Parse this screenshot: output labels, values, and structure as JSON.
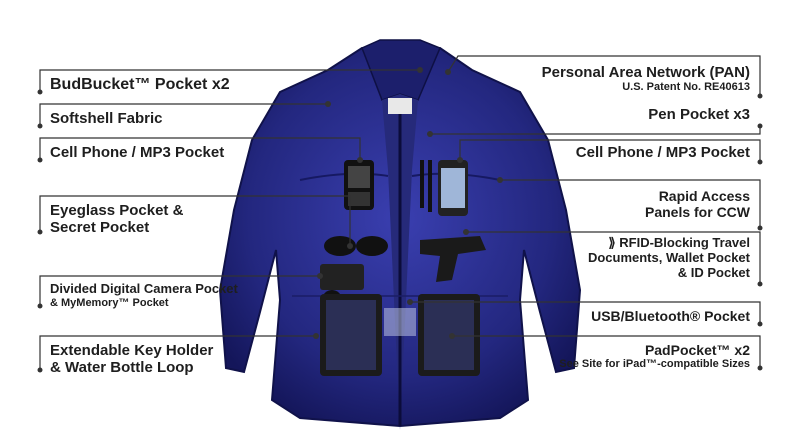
{
  "labels": {
    "budbucket": "BudBucket™ Pocket x2",
    "softshell": "Softshell Fabric",
    "cell_left": "Cell Phone / MP3 Pocket",
    "eyeglass_1": "Eyeglass Pocket &",
    "eyeglass_2": "Secret Pocket",
    "camera_1": "Divided Digital Camera Pocket",
    "camera_2": "& MyMemory™ Pocket",
    "key_1": "Extendable Key Holder",
    "key_2": "& Water Bottle Loop",
    "pan": "Personal Area Network (PAN)",
    "patent": "U.S. Patent No. RE40613",
    "pen": "Pen Pocket x3",
    "cell_right": "Cell Phone / MP3 Pocket",
    "rapid_1": "Rapid Access",
    "rapid_2": "Panels for CCW",
    "rfid_1": "RFID-Blocking Travel",
    "rfid_2": "Documents, Wallet Pocket",
    "rfid_3": "& ID Pocket",
    "usb": "USB/Bluetooth® Pocket",
    "pad": "PadPocket™ x2",
    "pad_sub": "See Site for iPad™-compatible Sizes"
  },
  "colors": {
    "jacket": "#262a8c",
    "jacket_dark": "#151660",
    "line": "#333333",
    "text": "#1e1e1e"
  },
  "icons": [
    "rfid-wave-icon",
    "phone-icon",
    "tablet-icon",
    "sunglasses-icon",
    "gun-icon",
    "camera-icon"
  ]
}
